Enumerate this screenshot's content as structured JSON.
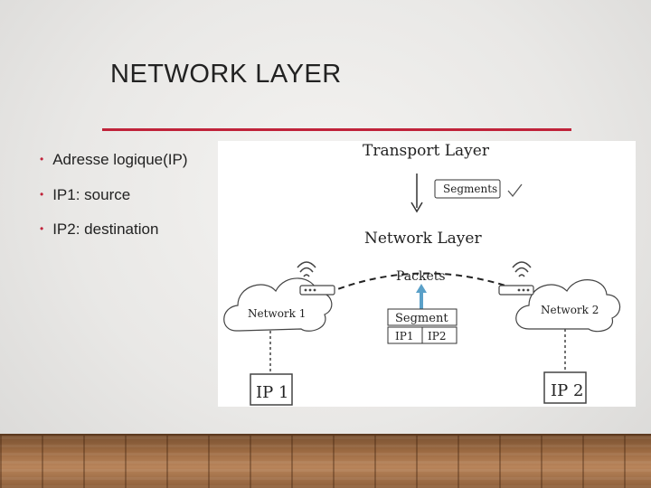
{
  "slide": {
    "title": "NETWORK LAYER",
    "accent_color": "#c0233a",
    "bullets": [
      "Adresse logique(IP)",
      "IP1: source",
      "IP2: destination"
    ]
  },
  "diagram": {
    "transport_layer": "Transport Layer",
    "segments": "Segments",
    "network_layer": "Network Layer",
    "packets": "Packets",
    "segment": "Segment",
    "ip1_small": "IP1",
    "ip2_small": "IP2",
    "network1": "Network 1",
    "network2": "Network 2",
    "host1": "IP 1",
    "host2": "IP 2",
    "icons": [
      "checkmark-icon",
      "wifi-icon",
      "router-icon",
      "cloud-icon",
      "computer-icon"
    ]
  }
}
